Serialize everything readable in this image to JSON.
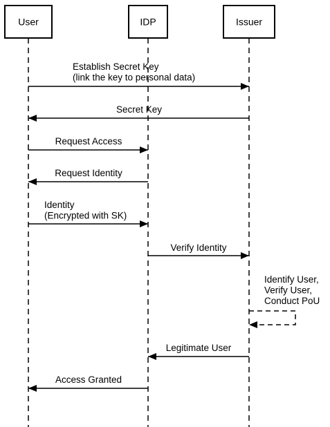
{
  "actors": [
    {
      "id": "user",
      "label": "User"
    },
    {
      "id": "idp",
      "label": "IDP"
    },
    {
      "id": "issuer",
      "label": "Issuer"
    }
  ],
  "messages": [
    {
      "from": "user",
      "to": "issuer",
      "lines": [
        "Establish Secret Key",
        "(link the key to personal data)"
      ],
      "style": "solid"
    },
    {
      "from": "issuer",
      "to": "user",
      "lines": [
        "Secret Key"
      ],
      "style": "solid"
    },
    {
      "from": "user",
      "to": "idp",
      "lines": [
        "Request Access"
      ],
      "style": "solid"
    },
    {
      "from": "idp",
      "to": "user",
      "lines": [
        "Request Identity"
      ],
      "style": "solid"
    },
    {
      "from": "user",
      "to": "idp",
      "lines": [
        "Identity",
        "(Encrypted with SK)"
      ],
      "style": "solid"
    },
    {
      "from": "idp",
      "to": "issuer",
      "lines": [
        "Verify Identity"
      ],
      "style": "solid"
    },
    {
      "from": "issuer",
      "to": "issuer",
      "lines": [
        "Identify User,",
        "Verify User,",
        "Conduct PoU"
      ],
      "style": "dashed"
    },
    {
      "from": "issuer",
      "to": "idp",
      "lines": [
        "Legitimate User"
      ],
      "style": "solid"
    },
    {
      "from": "idp",
      "to": "user",
      "lines": [
        "Access Granted"
      ],
      "style": "solid"
    }
  ]
}
